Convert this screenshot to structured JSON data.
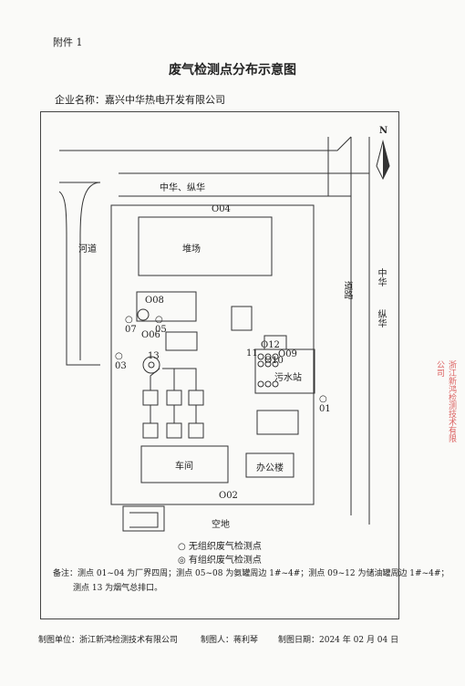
{
  "header": {
    "attachment": "附件 1",
    "title": "废气检测点分布示意图",
    "company_label": "企业名称：",
    "company_name": "嘉兴中华热电开发有限公司"
  },
  "map": {
    "north": "N",
    "road_north": "中华、纵华",
    "river": "河道",
    "road_east_1": "道路",
    "road_east_2": "中华",
    "road_east_3": "纵华",
    "stockyard": "堆场",
    "workshop": "车间",
    "office": "办公楼",
    "sewage": "污水站",
    "empty_land": "空地",
    "points": {
      "p01": "O01",
      "p02": "O02",
      "p03": "O03",
      "p04": "O04",
      "p05": "O05",
      "p06": "O06",
      "p07": "07",
      "p08": "O08",
      "p09": "O09",
      "p10": "O10",
      "p11": "11",
      "p12": "O12",
      "p13": "13"
    },
    "legend": {
      "unorganized": "○ 无组织废气检测点",
      "organized": "◎ 有组织废气检测点"
    }
  },
  "notes": {
    "line1": "备注：测点 01~04 为厂界四周；测点 05~08 为氨罐周边 1#~4#；测点 09~12 为储油罐周边 1#~4#；",
    "line2": "测点 13 为烟气总排口。"
  },
  "footer": {
    "unit": "制图单位：浙江新鸿检测技术有限公司",
    "maker": "制图人：蒋利琴",
    "date": "制图日期：2024 年 02 月 04 日"
  },
  "stamp": "浙江新鸿检测技术有限公司"
}
